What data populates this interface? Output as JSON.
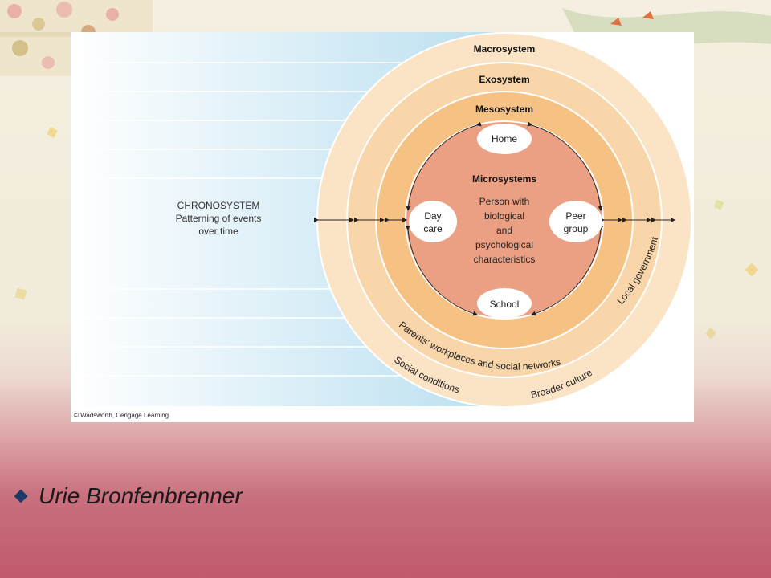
{
  "diagram": {
    "chronosystem": {
      "title": "CHRONOSYSTEM",
      "line1": "Patterning of events",
      "line2": "over time"
    },
    "macrosystem_label": "Macrosystem",
    "exosystem_label": "Exosystem",
    "mesosystem_label": "Mesosystem",
    "microsystems_label": "Microsystems",
    "person": {
      "line1": "Person with",
      "line2": "biological",
      "line3": "and",
      "line4": "psychological",
      "line5": "characteristics"
    },
    "nodes": {
      "home": "Home",
      "school": "School",
      "daycare_line1": "Day",
      "daycare_line2": "care",
      "peer_line1": "Peer",
      "peer_line2": "group"
    },
    "arc_labels": {
      "parents": "Parents' workplaces and social networks",
      "local_government": "Local government",
      "social_conditions": "Social conditions",
      "broader_culture": "Broader culture"
    },
    "copyright": "© Wadsworth, Cengage Learning"
  },
  "bullet": {
    "text": "Urie Bronfenbrenner",
    "icon": "diamond-bullet-icon"
  },
  "colors": {
    "macro": "#fbe3c5",
    "exo": "#f9d6a9",
    "meso": "#f6c283",
    "micro": "#eca083",
    "chrono_gradient_start": "#ffffff",
    "chrono_gradient_end": "#b9dff0",
    "bullet": "#1f3a66"
  }
}
